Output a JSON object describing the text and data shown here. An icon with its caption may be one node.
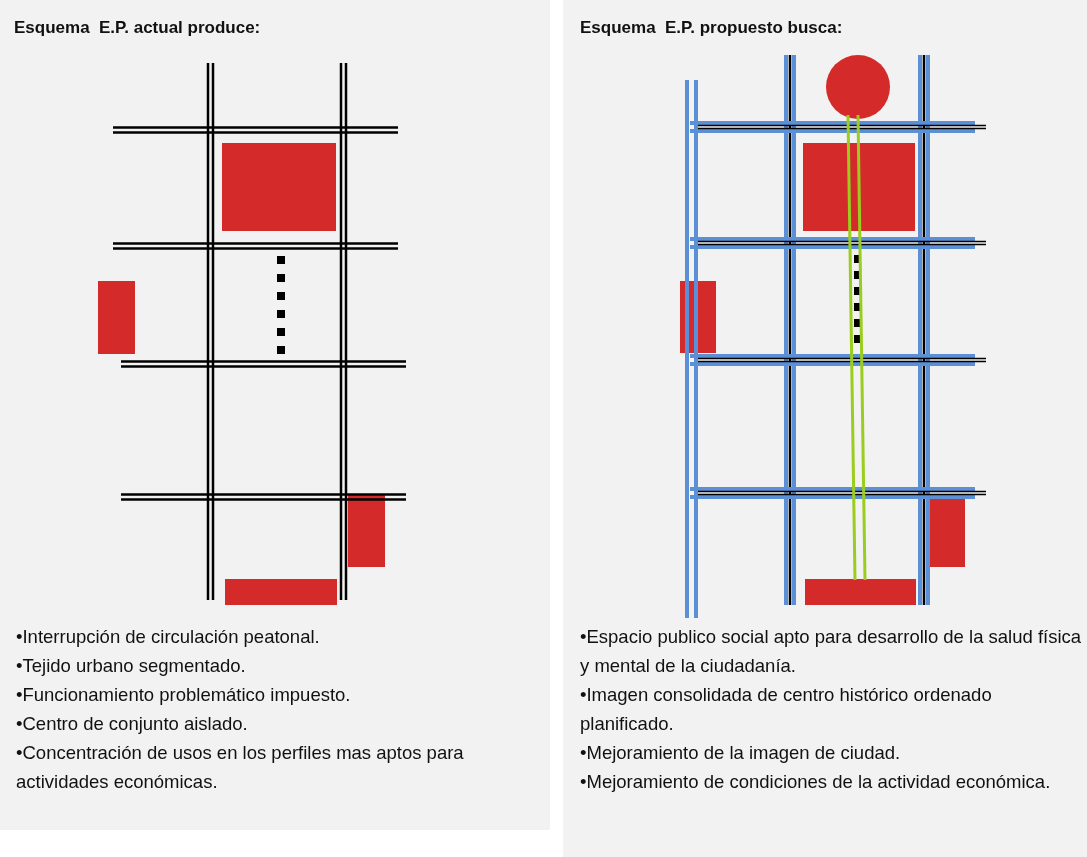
{
  "diagram": {
    "nodes": [
      {
        "text": [
          "Esquema  E.P. actual produce:",
          "•Interrupción de circulación peatonal.",
          "•Tejido urbano segmentado.",
          "•Funcionamiento problemático impuesto.",
          "•Centro de conjunto aislado.",
          "•Concentración de usos en los perfiles mas aptos para actividades económicas."
        ]
      },
      {
        "text": [
          "Esquema  E.P. propuesto busca:",
          "•Espacio publico social apto para desarrollo de la salud física y mental de la ciudadanía.",
          "•Imagen consolidada de centro histórico ordenado planificado.",
          "•Mejoramiento de la imagen de ciudad.",
          "•Mejoramiento de condiciones de la actividad económica."
        ]
      }
    ]
  }
}
